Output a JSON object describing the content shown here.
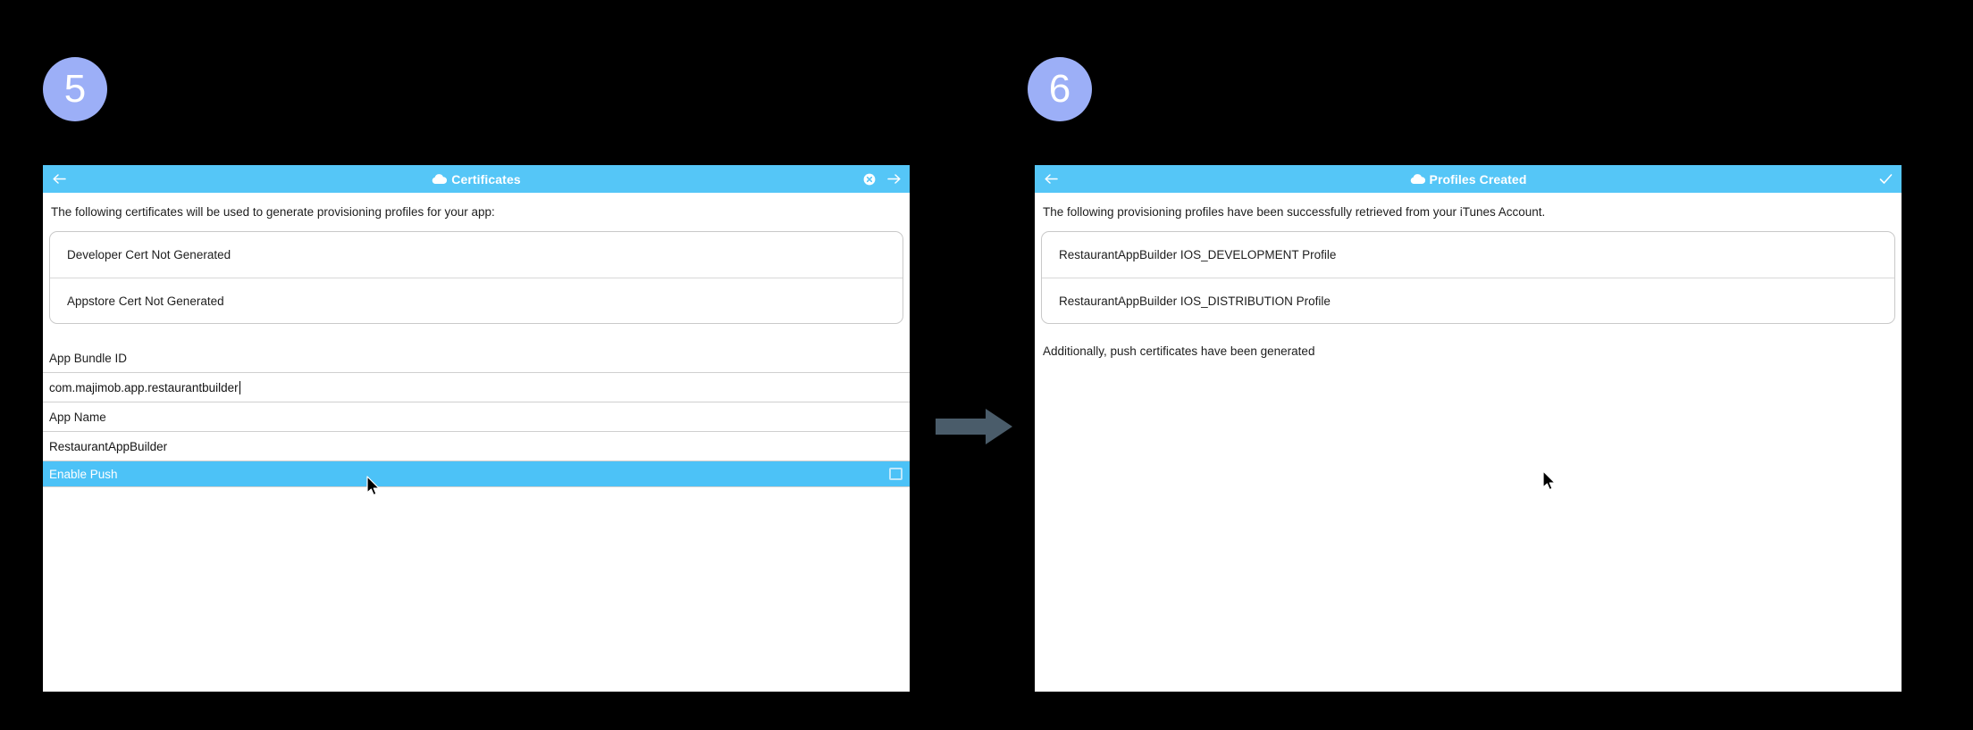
{
  "background_color": "#000000",
  "accent_color": "#55c6f7",
  "badge_color": "#9cafF7",
  "arrow_color": "#4a5c6a",
  "steps": [
    {
      "badge": "5",
      "header": {
        "title": "Certificates",
        "cloud_icon": "cloud-icon",
        "back_icon": "back-arrow-icon",
        "close_icon": "close-circle-icon",
        "forward_icon": "forward-arrow-icon"
      },
      "description": "The following certificates will be used to generate provisioning profiles for your app:",
      "cards": [
        "Developer Cert Not Generated",
        "Appstore Cert Not Generated"
      ],
      "fields": [
        {
          "label": "App Bundle ID",
          "value": "com.majimob.app.restaurantbuilder",
          "focused": true
        },
        {
          "label": "App Name",
          "value": "RestaurantAppBuilder",
          "focused": false
        }
      ],
      "toggle_row": {
        "label": "Enable Push",
        "checked": false
      }
    },
    {
      "badge": "6",
      "header": {
        "title": "Profiles Created",
        "cloud_icon": "cloud-icon",
        "back_icon": "back-arrow-icon",
        "confirm_icon": "checkmark-icon"
      },
      "description": "The following provisioning profiles have been successfully retrieved from your iTunes Account.",
      "cards": [
        "RestaurantAppBuilder IOS_DEVELOPMENT Profile",
        "RestaurantAppBuilder IOS_DISTRIBUTION Profile"
      ],
      "note": "Additionally, push certificates have been generated"
    }
  ],
  "connector": {
    "icon": "right-arrow-icon"
  },
  "cursors": [
    {
      "name": "mouse-pointer-step-5"
    },
    {
      "name": "mouse-pointer-step-6"
    }
  ]
}
